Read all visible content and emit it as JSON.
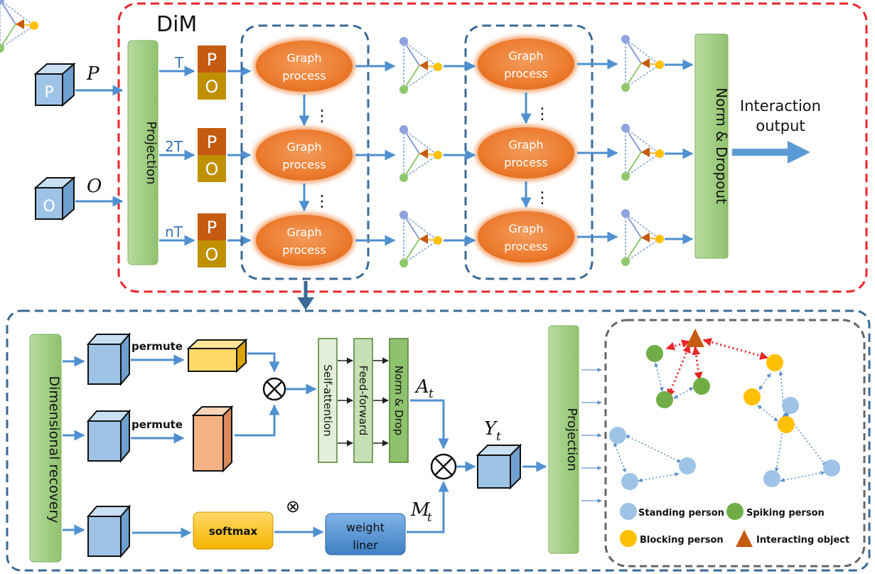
{
  "dim": {
    "title": "DiM",
    "input_p_label": "P",
    "input_o_label": "O",
    "cube_p_letter": "P",
    "cube_o_letter": "O",
    "projection_label": "Projection",
    "time_labels": [
      "T",
      "2T",
      "nT"
    ],
    "token_p": "P",
    "token_o": "O",
    "graph_line1": "Graph",
    "graph_line2": "process",
    "ellipsis": "⋮",
    "norm_dropout_label": "Norm & Dropout",
    "output_line1": "Interaction",
    "output_line2": "output"
  },
  "detail": {
    "dimensional_recovery_label": "Dimensional recovery",
    "permute_label": "permute",
    "self_attention_label": "Self-attention",
    "feed_forward_label": "Feed-forward",
    "norm_drop_label": "Norm & Drop",
    "a_t": "A",
    "m_t": "M",
    "y_t": "Y",
    "subscript_t": "t",
    "softmax_label": "softmax",
    "weight_line1": "weight",
    "weight_line2": "liner",
    "projection_label": "Projection",
    "otimes": "⊗"
  },
  "legend": {
    "standing_person": "Standing person",
    "spiking_person": "Spiking person",
    "blocking_person": "Blocking person",
    "interacting_object": "Interacting object"
  },
  "colors": {
    "red_dash": "#e8262a",
    "blue_dash": "#3a6a96",
    "arrow_blue": "#4f90d0",
    "green_box": "#a9d18e",
    "orange_ellipse": "#ed7d31",
    "token_p": "#c55a11",
    "token_o": "#bf9000",
    "cube_blue": "#9dc3e6",
    "softmax_fill": "#ffc000",
    "weight_fill": "#5b9bd5",
    "standing": "#9dc3e6",
    "spiking": "#70ad47",
    "blocking": "#ffc000",
    "object": "#c55a11"
  }
}
